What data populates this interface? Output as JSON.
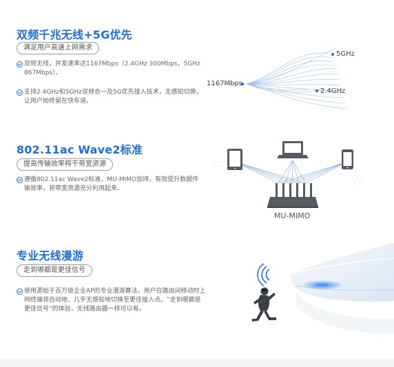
{
  "section1": {
    "title": "双频千兆无线+5G优先",
    "subtitle": "满足用户高速上网需求",
    "bullets": [
      "双频无线，并发速率达1167Mbps（2.4GHz 300Mbps，5GHz 867Mbps）。",
      "支持2.4GHz和5GHz双频合一及5G优先接入技术，无感知切换，让用户始终留在快车道。"
    ],
    "wave_labels": {
      "total": "1167Mbps",
      "band_high": "5GHz",
      "band_low": "2.4GHz"
    }
  },
  "section2": {
    "title": "802.11ac Wave2标准",
    "subtitle": "提高传输效率榨干带宽资源",
    "bullets": [
      "遵循802.11ac Wave2标准，MU-MIMO加持，有效提升数据传输效率，将带宽资源充分利用起来。"
    ],
    "diagram_label": "MU-MIMO"
  },
  "section3": {
    "title": "专业无线漫游",
    "subtitle": "走到哪都是更佳信号",
    "bullets": [
      "使用源始于百万级企业AP的专业漫游算法，用户在路由间移动时上网终端将自动地、几乎无感知地切换至更佳接入点。“走到哪都是更佳信号”的体验，无线路由器一样可以有。"
    ]
  },
  "icons": {
    "bullet": "check-circle-icon",
    "devices": [
      "tablet-icon",
      "laptop-icon",
      "phone-icon",
      "router-icon"
    ],
    "signal": "wifi-signal-icon",
    "person": "astronaut-icon"
  },
  "colors": {
    "accent": "#1f6fd8",
    "wave": "#4f8fd9",
    "text": "#666666"
  }
}
